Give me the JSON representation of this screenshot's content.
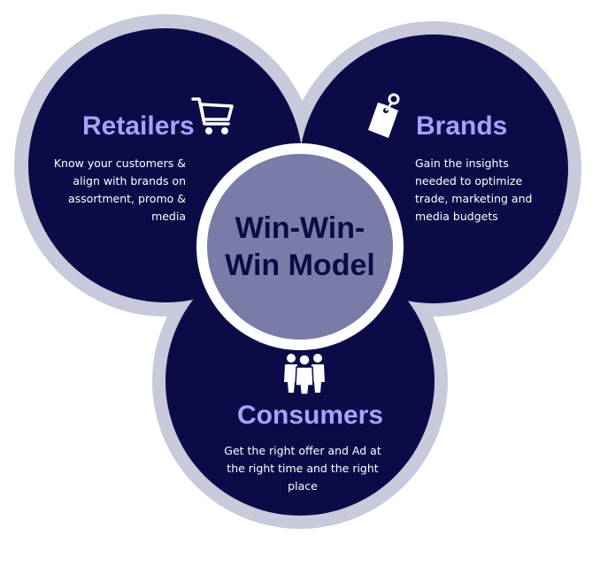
{
  "diagram": {
    "center": {
      "title": "Win-Win-Win Model"
    },
    "retailers": {
      "heading": "Retailers",
      "description": "Know your customers & align with brands on assortment, promo & media",
      "icon": "shopping-cart-icon"
    },
    "brands": {
      "heading": "Brands",
      "description": "Gain the insights needed to optimize trade, marketing and media budgets",
      "icon": "price-tag-icon"
    },
    "consumers": {
      "heading": "Consumers",
      "description": "Get the right offer and Ad  at the right time and the right place",
      "icon": "people-group-icon"
    }
  },
  "colors": {
    "navy": "#0b0c47",
    "outer_ring": "#c9c9dc",
    "center": "#7a7ca8",
    "heading": "#a0a4ff",
    "body_text": "#ffffff"
  }
}
